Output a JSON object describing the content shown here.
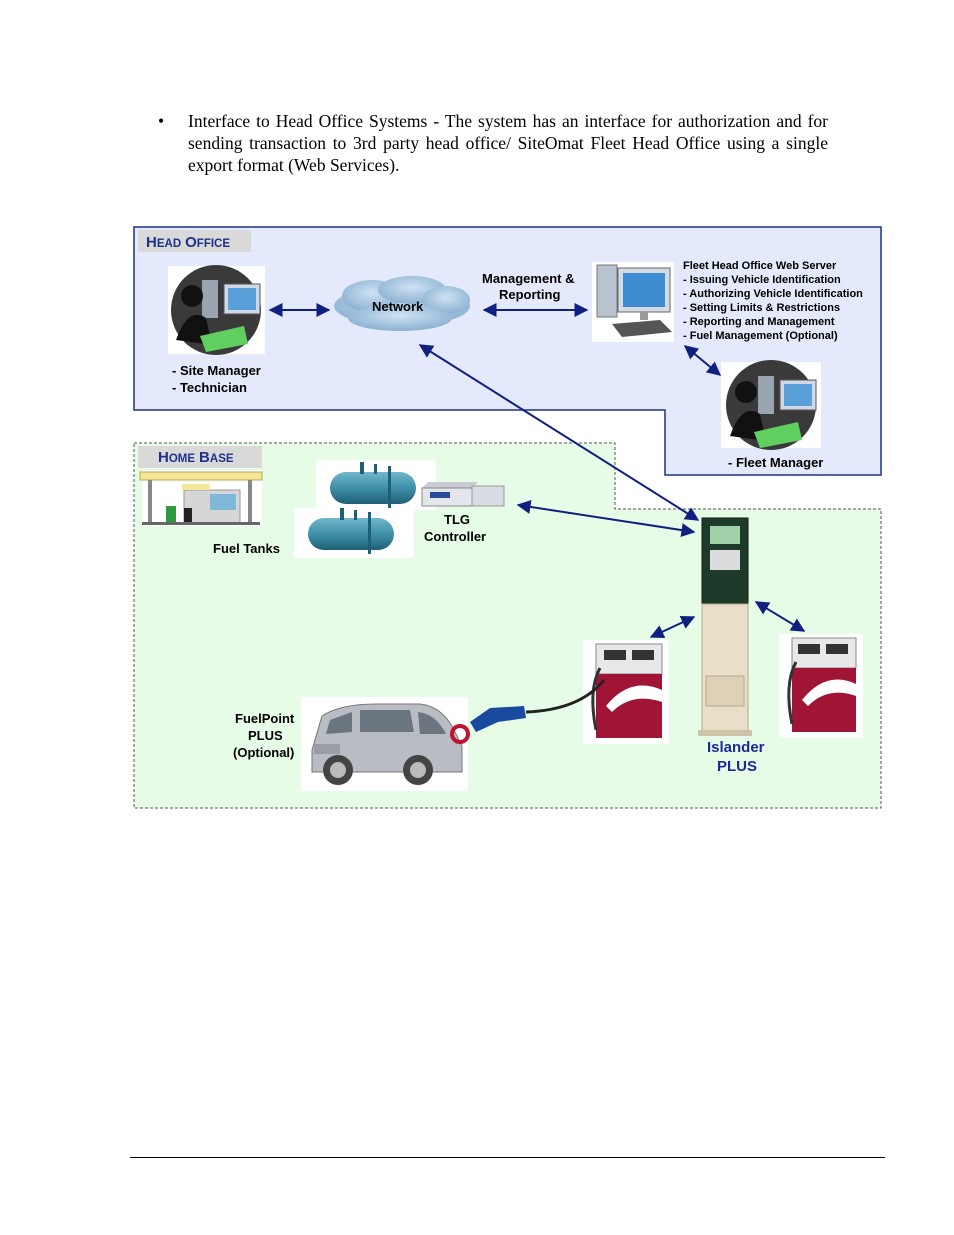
{
  "bullet": {
    "symbol": "•",
    "text": "Interface to Head Office Systems - The system has an interface for authorization and for sending transaction to 3rd party head office/ SiteOmat Fleet Head Office using a single export format (Web Services)."
  },
  "diagram": {
    "head_office": {
      "title_initial_1": "H",
      "title_rest_1": "EAD",
      "title_initial_2": "O",
      "title_rest_2": "FFICE",
      "network_label": "Network",
      "mgmt_line1": "Management &",
      "mgmt_line2": "Reporting",
      "site_roles": [
        "- Site Manager",
        "- Technician"
      ],
      "web_server_title": "Fleet Head Office Web Server",
      "web_server_items": [
        "- Issuing Vehicle Identification",
        "- Authorizing Vehicle Identification",
        "- Setting Limits & Restrictions",
        "- Reporting and Management",
        "- Fuel Management (Optional)"
      ],
      "fleet_manager": "- Fleet Manager"
    },
    "home_base": {
      "title_initial_1": "H",
      "title_rest_1": "OME",
      "title_initial_2": "B",
      "title_rest_2": "ASE",
      "fuel_tanks": "Fuel Tanks",
      "tlg_line1": "TLG",
      "tlg_line2": "Controller",
      "fuelpoint": [
        "FuelPoint",
        "PLUS",
        "(Optional)"
      ],
      "islander": [
        "Islander",
        "PLUS"
      ]
    },
    "colors": {
      "head_office_bg": "#e4e9fb",
      "head_office_border": "#1e2f8c",
      "home_base_bg": "#e6fce6",
      "title_tab_bg": "#d9d9d9",
      "title_text": "#1e2f8c",
      "arrow": "#102080",
      "islander_text": "#1a2a9a",
      "tank": "#3f8fa8",
      "dispenser_red": "#a01535"
    }
  }
}
